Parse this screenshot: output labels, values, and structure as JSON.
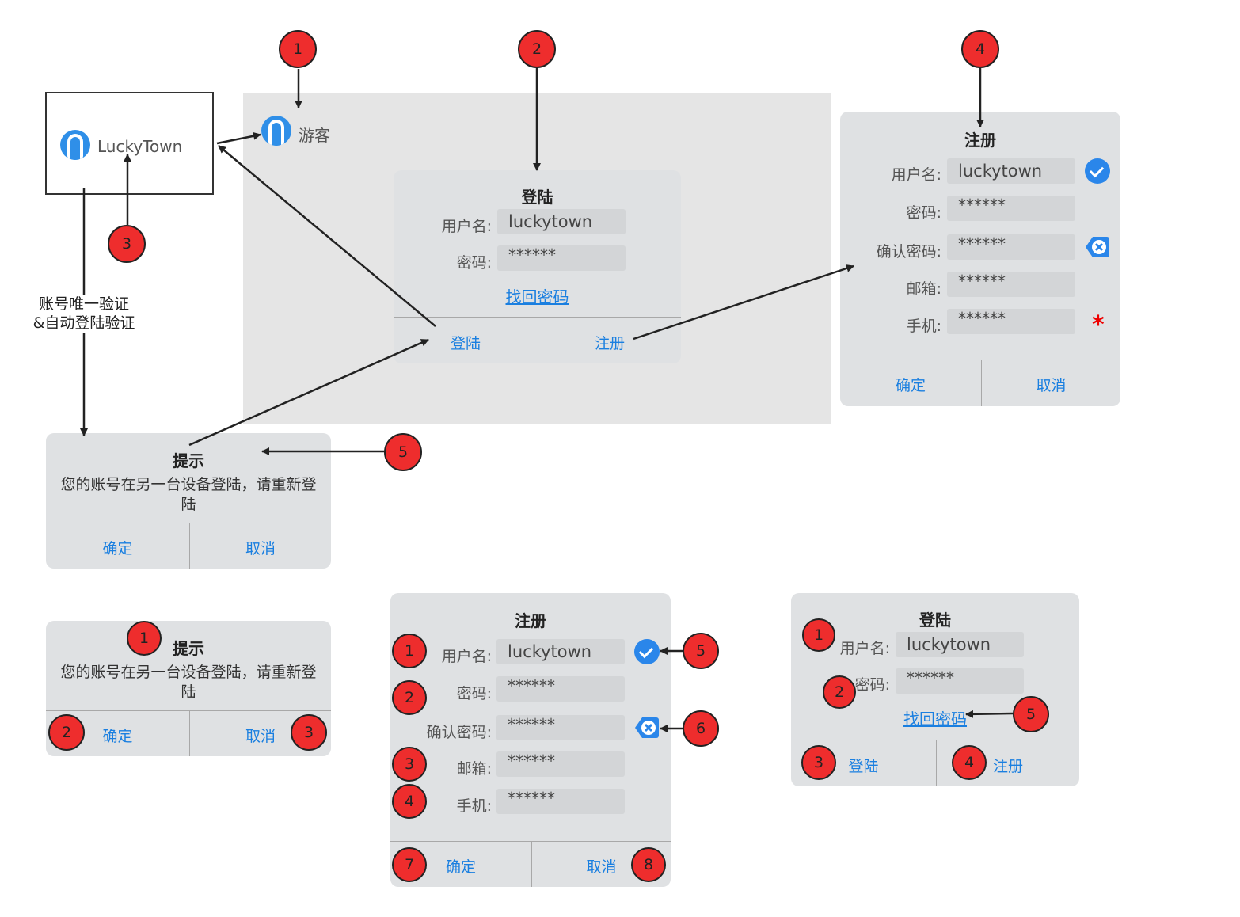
{
  "app": {
    "username": "LuckyTown",
    "guest_label": "游客"
  },
  "note": {
    "line1": "账号唯一验证",
    "line2": "&自动登陆验证"
  },
  "login": {
    "title": "登陆",
    "username_label": "用户名:",
    "username_value": "luckytown",
    "password_label": "密码:",
    "password_value": "******",
    "forgot": "找回密码",
    "login_btn": "登陆",
    "register_btn": "注册"
  },
  "register": {
    "title": "注册",
    "username_label": "用户名:",
    "username_value": "luckytown",
    "password_label": "密码:",
    "password_value": "******",
    "confirm_label": "确认密码:",
    "confirm_value": "******",
    "email_label": "邮箱:",
    "email_value": "******",
    "phone_label": "手机:",
    "phone_value": "******",
    "required_mark": "*",
    "ok_btn": "确定",
    "cancel_btn": "取消"
  },
  "prompt": {
    "title": "提示",
    "message": "您的账号在另一台设备登陆，请重新登陆",
    "ok_btn": "确定",
    "cancel_btn": "取消"
  },
  "markers": {
    "m1": "1",
    "m2": "2",
    "m3": "3",
    "m4": "4",
    "m5": "5",
    "m6": "6",
    "m7": "7",
    "m8": "8"
  },
  "colors": {
    "marker": "#ee2d2d",
    "link": "#1a7fe0",
    "dialog": "#dfe1e3",
    "stage": "#e5e5e5"
  }
}
